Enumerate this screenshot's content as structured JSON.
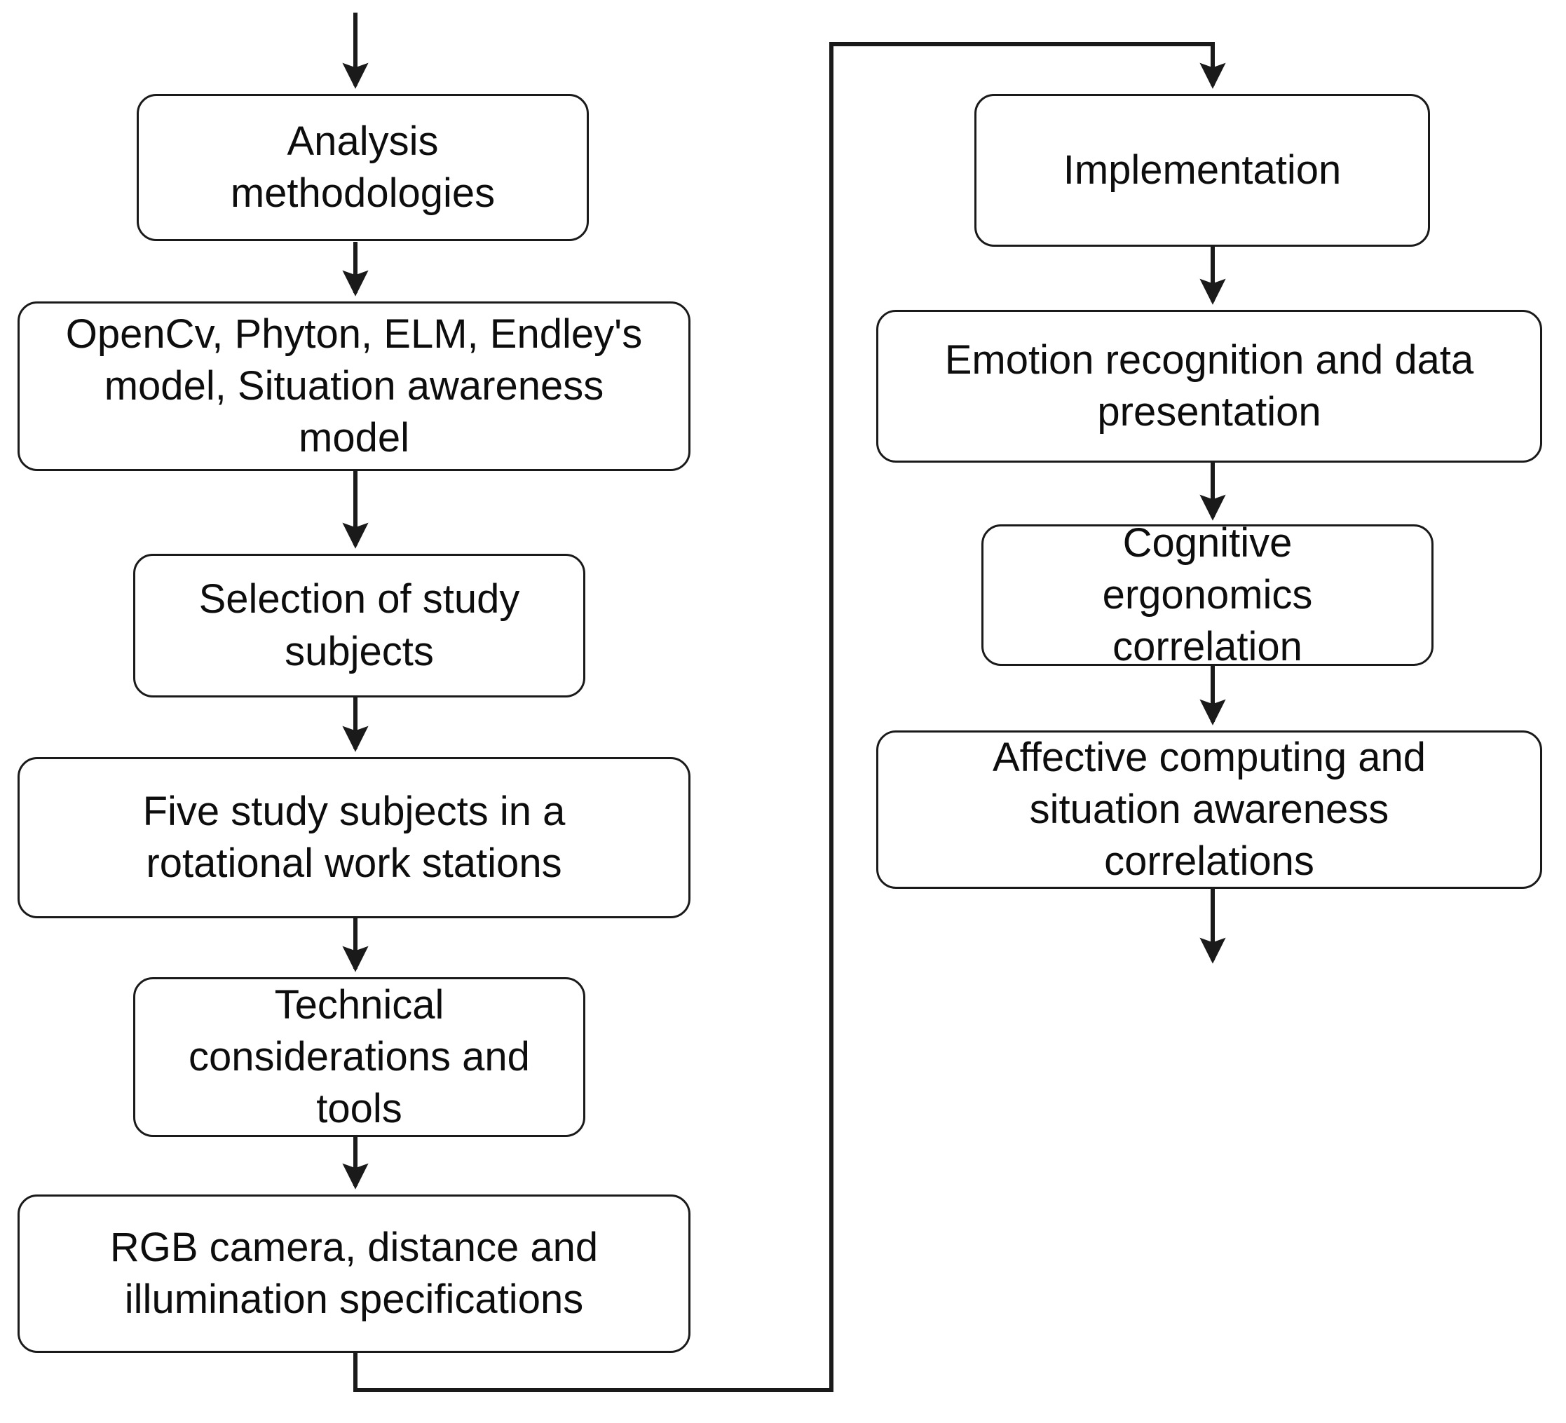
{
  "diagram": {
    "title": "Research methodology flowchart",
    "type": "flowchart",
    "background_color": "#ffffff",
    "stroke_color": "#1a1a1a",
    "text_color": "#0d0d0d"
  },
  "nodes": [
    {
      "id": "analysis-methodologies",
      "label": "Analysis\nmethodologies",
      "column": "left",
      "order": 1
    },
    {
      "id": "tools-and-models",
      "label": "OpenCv, Phyton, ELM, Endley's\nmodel, Situation awareness\nmodel",
      "column": "left",
      "order": 2
    },
    {
      "id": "selection-of-study-subjects",
      "label": "Selection of study\nsubjects",
      "column": "left",
      "order": 3
    },
    {
      "id": "five-study-subjects",
      "label": "Five study subjects in a\nrotational work stations",
      "column": "left",
      "order": 4
    },
    {
      "id": "technical-considerations",
      "label": "Technical\nconsiderations and\ntools",
      "column": "left",
      "order": 5
    },
    {
      "id": "rgb-camera-specifications",
      "label": "RGB camera, distance and\nillumination specifications",
      "column": "left",
      "order": 6
    },
    {
      "id": "implementation",
      "label": "Implementation",
      "column": "right",
      "order": 1
    },
    {
      "id": "emotion-recognition",
      "label": "Emotion recognition and data\npresentation",
      "column": "right",
      "order": 2
    },
    {
      "id": "cognitive-ergonomics-correlation",
      "label": "Cognitive\nergonomics\ncorrelation",
      "column": "right",
      "order": 3
    },
    {
      "id": "affective-computing-correlations",
      "label": "Affective computing and\nsituation awareness\ncorrelations",
      "column": "right",
      "order": 4
    }
  ],
  "connectors": [
    {
      "id": "entry-arrow",
      "from": "entry-point",
      "to": "analysis-methodologies",
      "kind": "arrow-down"
    },
    {
      "id": "c1",
      "from": "analysis-methodologies",
      "to": "tools-and-models",
      "kind": "arrow-down"
    },
    {
      "id": "c2",
      "from": "tools-and-models",
      "to": "selection-of-study-subjects",
      "kind": "arrow-down"
    },
    {
      "id": "c3",
      "from": "selection-of-study-subjects",
      "to": "five-study-subjects",
      "kind": "arrow-down"
    },
    {
      "id": "c4",
      "from": "five-study-subjects",
      "to": "technical-considerations",
      "kind": "arrow-down"
    },
    {
      "id": "c5",
      "from": "technical-considerations",
      "to": "rgb-camera-specifications",
      "kind": "arrow-down"
    },
    {
      "id": "c6-wrap",
      "from": "rgb-camera-specifications",
      "to": "implementation",
      "kind": "elbow-wrap-right-up"
    },
    {
      "id": "c7",
      "from": "implementation",
      "to": "emotion-recognition",
      "kind": "arrow-down"
    },
    {
      "id": "c8",
      "from": "emotion-recognition",
      "to": "cognitive-ergonomics-correlation",
      "kind": "arrow-down"
    },
    {
      "id": "c9",
      "from": "cognitive-ergonomics-correlation",
      "to": "affective-computing-correlations",
      "kind": "arrow-down"
    },
    {
      "id": "exit-arrow",
      "from": "affective-computing-correlations",
      "to": "exit-point",
      "kind": "arrow-down"
    }
  ]
}
